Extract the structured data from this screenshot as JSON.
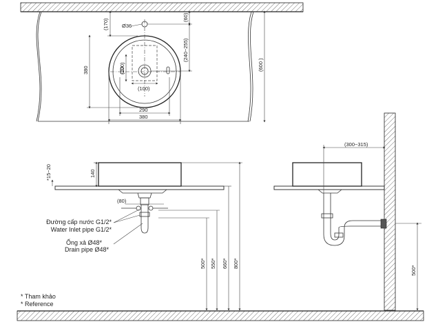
{
  "top_view": {
    "dims": {
      "d36": "Ø36",
      "d170": "(170)",
      "d60": "(60)",
      "d240_255": "(240~255)",
      "d600": "(600 )",
      "d380_v": "380",
      "d200": "(200)",
      "d100": "(100)",
      "d290": "290",
      "d380_h": "380"
    }
  },
  "front_view": {
    "dims": {
      "d15_20": "*15~20",
      "d140": "140",
      "d80": "(80)",
      "d500": "500*",
      "d550": "550*",
      "d660": "660*",
      "d800": "800*"
    },
    "labels": {
      "water_vi": "Đường cấp nước G1/2*",
      "water_en": "Water Inlet pipe G1/2*",
      "drain_vi": "Ống xả Ø48*",
      "drain_en": "Drain pipe Ø48*"
    }
  },
  "side_view": {
    "dims": {
      "d300_315": "(300~315)",
      "d500": "500*"
    }
  },
  "notes": {
    "ref_vi": "* Tham khảo",
    "ref_en": "* Reference"
  }
}
